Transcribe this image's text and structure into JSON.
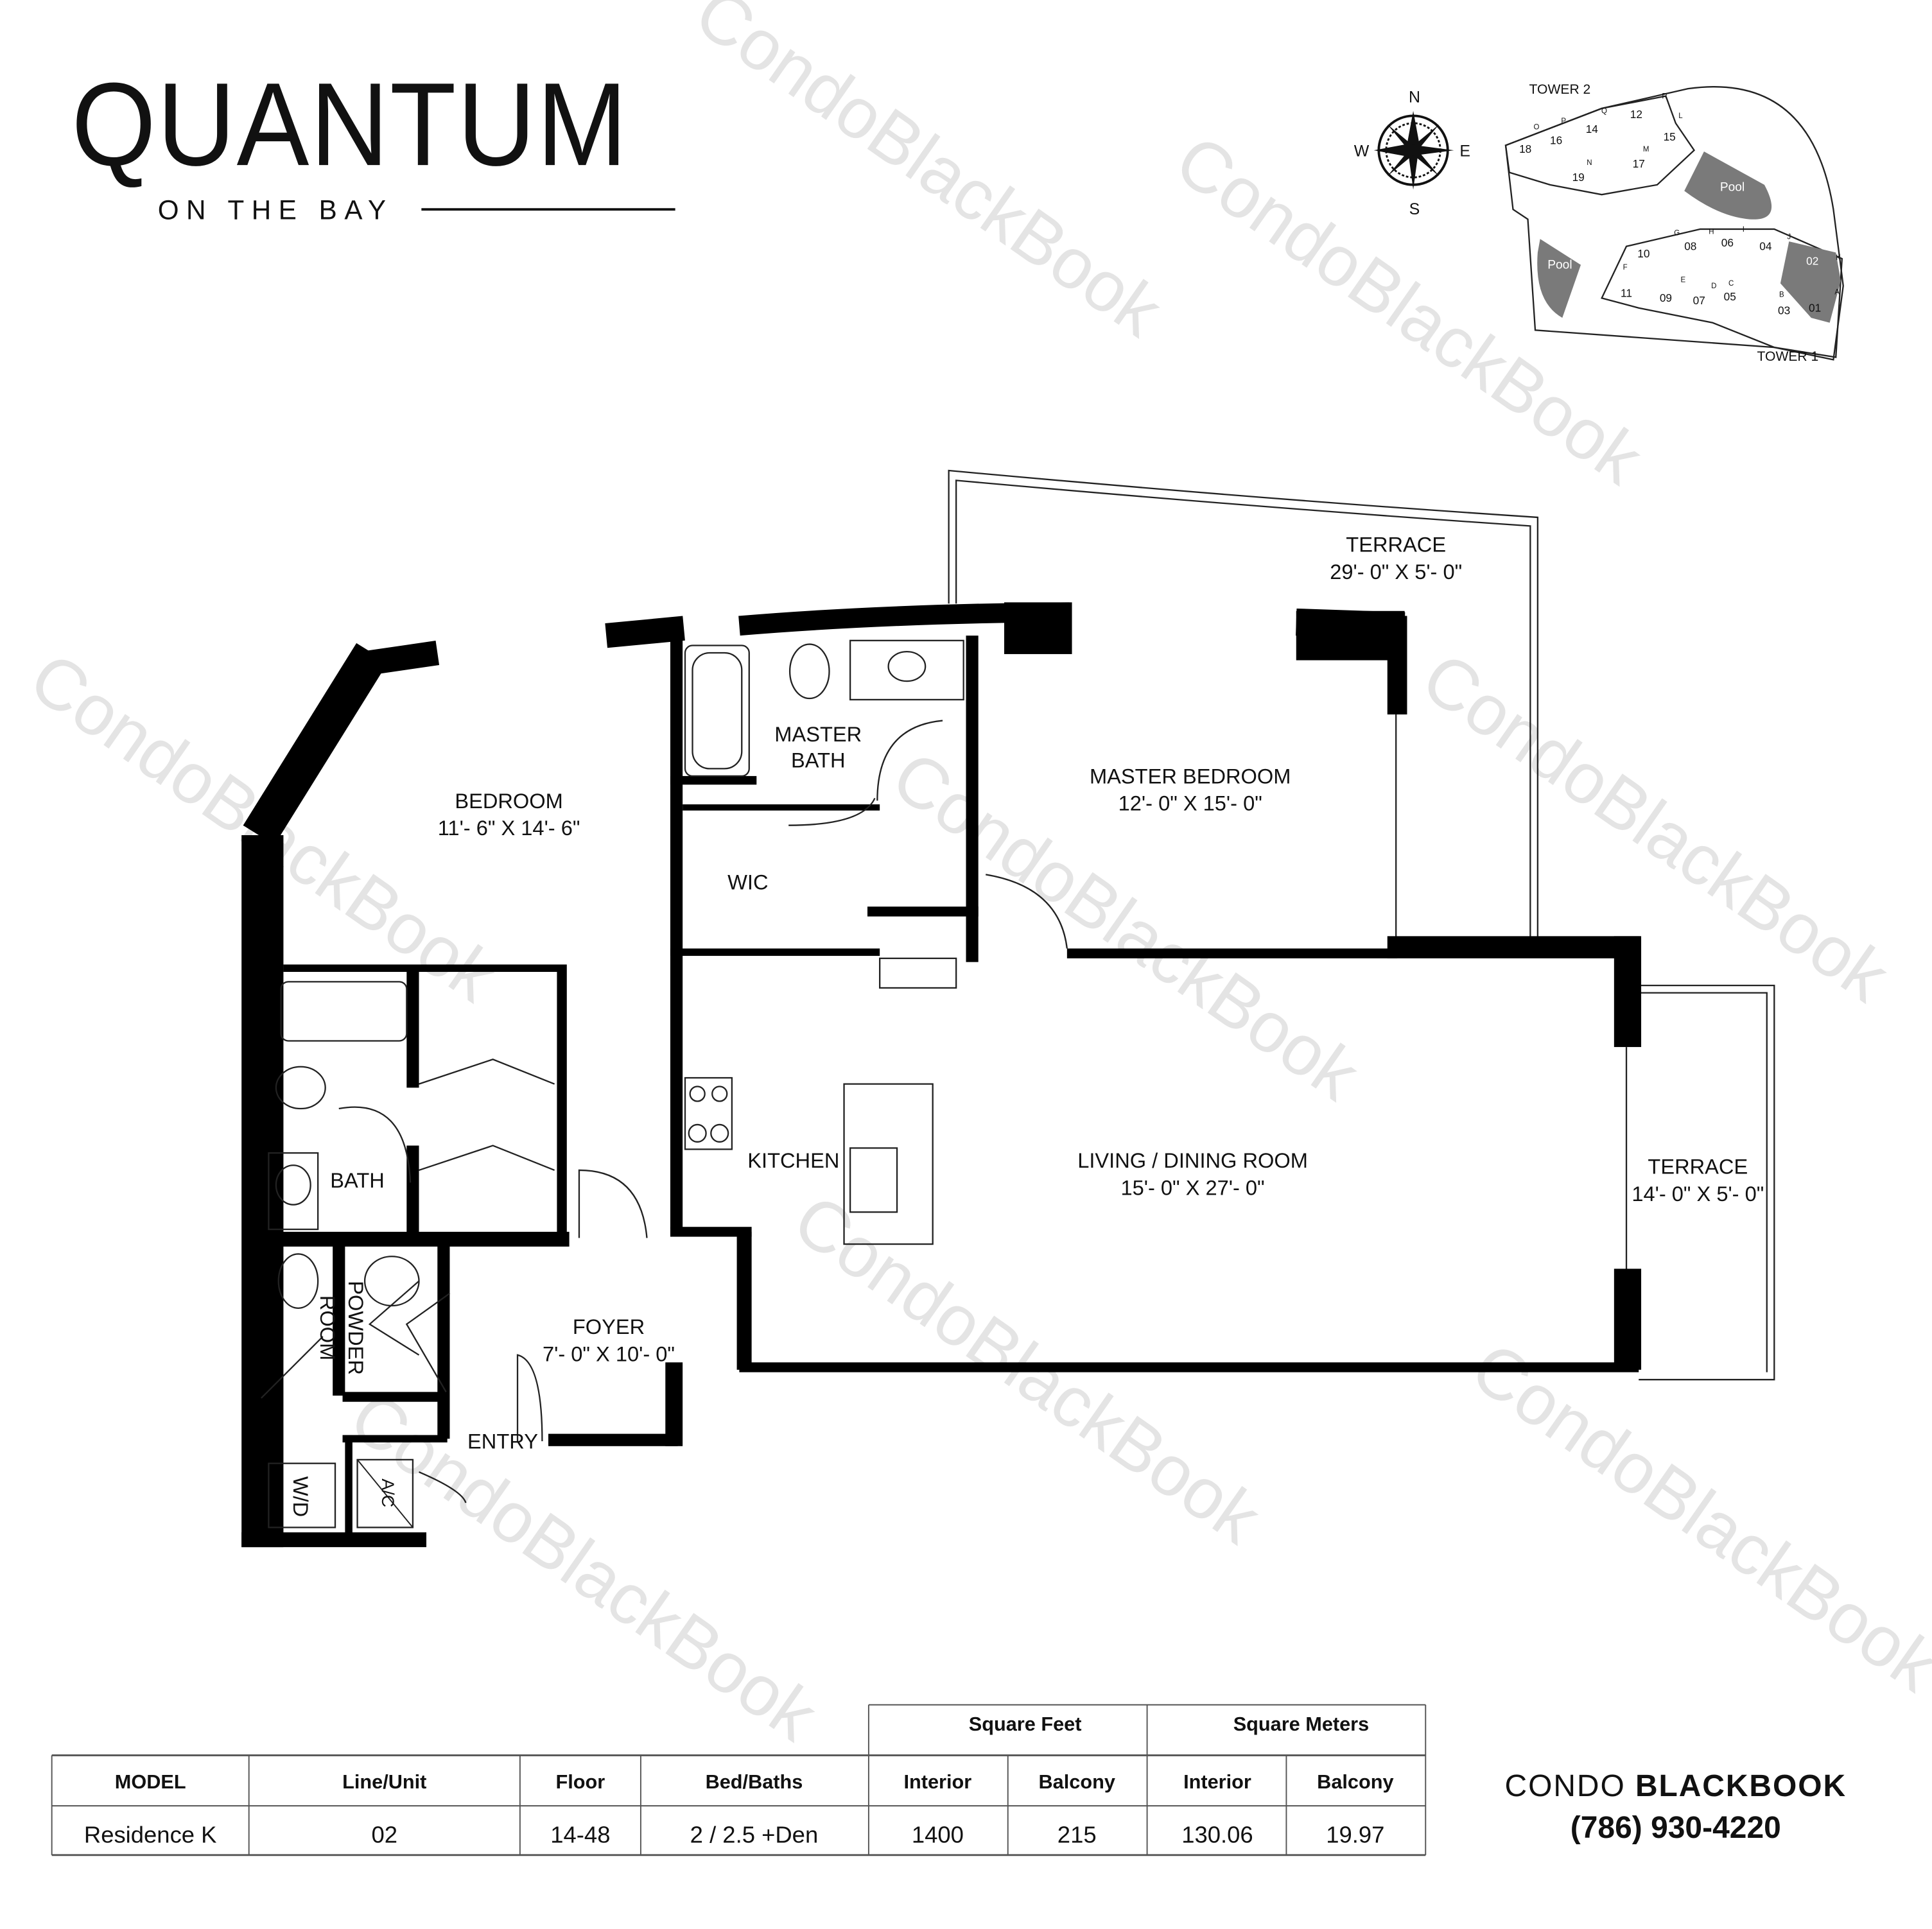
{
  "brand": {
    "title": "QUANTUM",
    "subtitle": "ON THE BAY"
  },
  "watermark_text": "CondoBlackBook",
  "site_plan": {
    "compass": {
      "n": "N",
      "s": "S",
      "e": "E",
      "w": "W"
    },
    "tower2_label": "TOWER 2",
    "tower1_label": "TOWER 1",
    "pool_label": "Pool",
    "highlight_color": "#7a7a7a",
    "highlighted_unit": "02",
    "units": [
      "18",
      "16",
      "14",
      "12",
      "15",
      "17",
      "19",
      "10",
      "08",
      "06",
      "04",
      "02",
      "11",
      "09",
      "07",
      "05",
      "03",
      "01"
    ],
    "lines": [
      "O",
      "P",
      "Q",
      "R",
      "L",
      "M",
      "N",
      "G",
      "H",
      "I",
      "J",
      "K",
      "F",
      "E",
      "D",
      "C",
      "B",
      "A"
    ]
  },
  "rooms": {
    "terrace_top": {
      "name": "TERRACE",
      "size": "29'- 0\" X 5'- 0\""
    },
    "master_bath": {
      "name1": "MASTER",
      "name2": "BATH"
    },
    "master_bedroom": {
      "name": "MASTER BEDROOM",
      "size": "12'- 0\" X 15'- 0\""
    },
    "bedroom": {
      "name": "BEDROOM",
      "size": "11'- 6\" X 14'- 6\""
    },
    "wic": {
      "name": "WIC"
    },
    "kitchen": {
      "name": "KITCHEN"
    },
    "living": {
      "name": "LIVING / DINING ROOM",
      "size": "15'- 0\" X 27'- 0\""
    },
    "terrace_right": {
      "name": "TERRACE",
      "size": "14'- 0\" X 5'- 0\""
    },
    "bath": {
      "name": "BATH"
    },
    "powder": {
      "name1": "POWDER",
      "name2": "ROOM"
    },
    "foyer": {
      "name": "FOYER",
      "size": "7'- 0\" X 10'- 0\""
    },
    "entry": {
      "name": "ENTRY"
    },
    "wd": {
      "name": "W/D"
    },
    "ac": {
      "name": "A/C"
    }
  },
  "table": {
    "group_headers": [
      "Square Feet",
      "Square Meters"
    ],
    "headers": [
      "MODEL",
      "Line/Unit",
      "Floor",
      "Bed/Baths",
      "Interior",
      "Balcony",
      "Interior",
      "Balcony"
    ],
    "row": [
      "Residence K",
      "02",
      "14-48",
      "2 / 2.5 +Den",
      "1400",
      "215",
      "130.06",
      "19.97"
    ]
  },
  "contact": {
    "brand_light": "CONDO",
    "brand_bold": "BLACKBOOK",
    "phone": "(786) 930-4220"
  }
}
